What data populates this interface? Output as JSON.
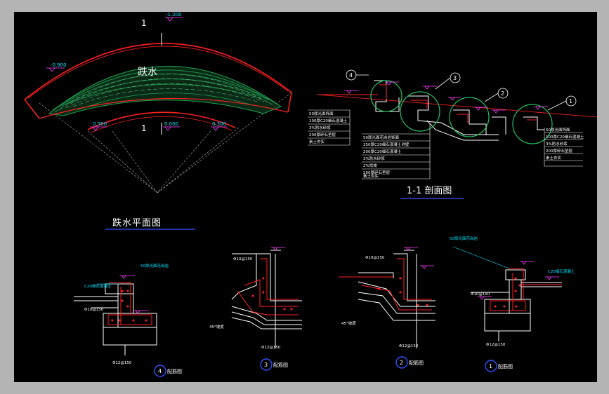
{
  "colors": {
    "background": "#000000",
    "bezel": "#b4b4b4",
    "red": "#ff2020",
    "green": "#20c060",
    "cyan": "#00e5ff",
    "magenta": "#ff40ff",
    "white": "#ffffff",
    "blue": "#3050ff"
  },
  "plan": {
    "title": "跌水平面图",
    "water_label": "跌水",
    "section_mark_top": "1",
    "section_mark_bottom": "1",
    "elev_top": "-1.200",
    "elev_left": "-0.900",
    "elev_b1": "0.300",
    "elev_b2": "0.000",
    "elev_b3": "0.300"
  },
  "section_1_1": {
    "title": "1-1 剖面图",
    "markers": [
      "4",
      "3",
      "2",
      "1"
    ],
    "layers_left": [
      "50厚光面饰面",
      "100厚C20细石混凝土",
      "3%防水砂浆",
      "200厚碎石垫层",
      "素土夯实"
    ],
    "layers_mid": [
      "50厚光面花岗岩饰面",
      "250厚C20细石混凝土池壁",
      "200厚C20细石混凝土",
      "3%防水砂浆",
      "2%找坡",
      "200厚碎石垫层",
      "素土夯实"
    ],
    "layers_right": [
      "50厚光面饰面",
      "100厚C20细石混凝土",
      "3%防水砂浆",
      "200厚碎石垫层",
      "素土夯实"
    ]
  },
  "details": [
    {
      "num": "4",
      "label": "配筋图",
      "note1": "50厚光面花岗岩",
      "note2": "C20细石混凝土",
      "dim1": "Φ10@150",
      "dim2": "Φ12@150"
    },
    {
      "num": "3",
      "label": "配筋图",
      "dim1": "Φ10@150",
      "dim2": "Φ12@150",
      "note1": "45°坡度"
    },
    {
      "num": "2",
      "label": "配筋图",
      "dim1": "Φ10@150",
      "dim2": "Φ12@150",
      "note1": "45°坡度"
    },
    {
      "num": "1",
      "label": "配筋图",
      "note1": "50厚光面花岗岩",
      "note2": "C20细石混凝土",
      "dim1": "Φ10@150",
      "dim2": "Φ12@150"
    }
  ]
}
